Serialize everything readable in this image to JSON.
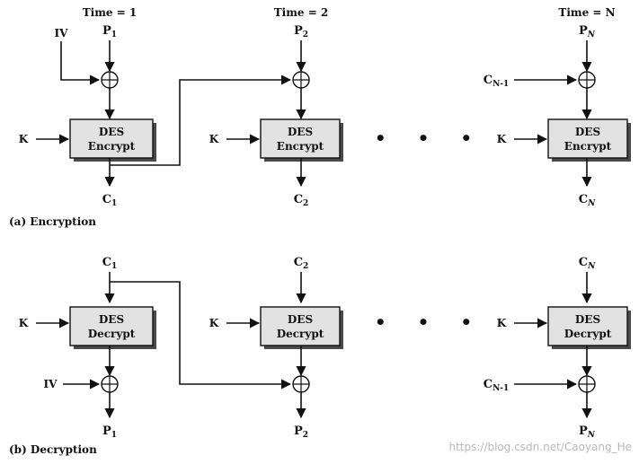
{
  "time_labels": [
    "Time = 1",
    "Time = 2",
    "Time = N"
  ],
  "encryption": {
    "caption": "(a) Encryption",
    "iv_label": "IV",
    "key_label": "K",
    "box_top": "DES",
    "box_bottom": "Encrypt",
    "plaintexts": [
      {
        "base": "P",
        "sub": "1"
      },
      {
        "base": "P",
        "sub": "2"
      },
      {
        "base": "P",
        "sub": "N"
      }
    ],
    "ciphertexts": [
      {
        "base": "C",
        "sub": "1"
      },
      {
        "base": "C",
        "sub": "2"
      },
      {
        "base": "C",
        "sub": "N"
      }
    ],
    "prev_cipher": {
      "base": "C",
      "sub": "N-1"
    },
    "ellipsis": "• • •"
  },
  "decryption": {
    "caption": "(b) Decryption",
    "iv_label": "IV",
    "key_label": "K",
    "box_top": "DES",
    "box_bottom": "Decrypt",
    "ciphertexts": [
      {
        "base": "C",
        "sub": "1"
      },
      {
        "base": "C",
        "sub": "2"
      },
      {
        "base": "C",
        "sub": "N"
      }
    ],
    "plaintexts": [
      {
        "base": "P",
        "sub": "1"
      },
      {
        "base": "P",
        "sub": "2"
      },
      {
        "base": "P",
        "sub": "N"
      }
    ],
    "prev_cipher": {
      "base": "C",
      "sub": "N-1"
    },
    "ellipsis": "• • •"
  },
  "watermark": "https://blog.csdn.net/Caoyang_He"
}
